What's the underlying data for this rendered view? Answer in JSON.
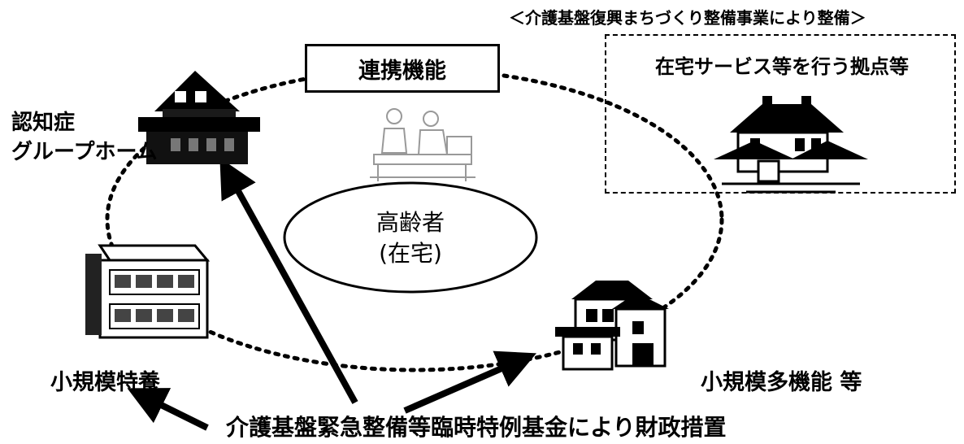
{
  "header_note": "＜介護基盤復興まちづくり整備事業により整備＞",
  "base_box": {
    "title": "在宅サービス等を行う拠点等"
  },
  "center": {
    "link_label": "連携機能",
    "elder_line1": "高齢者",
    "elder_line2": "(在宅)"
  },
  "facilities": {
    "group_home_line1": "認知症",
    "group_home_line2": "グループホーム",
    "small_nursing": "小規模特養",
    "multi_function": "小規模多機能 等"
  },
  "funding_label": "介護基盤緊急整備等臨時特例基金により財政措置",
  "icons": [
    "house-icon",
    "apartment-icon",
    "office-workers-icon"
  ]
}
